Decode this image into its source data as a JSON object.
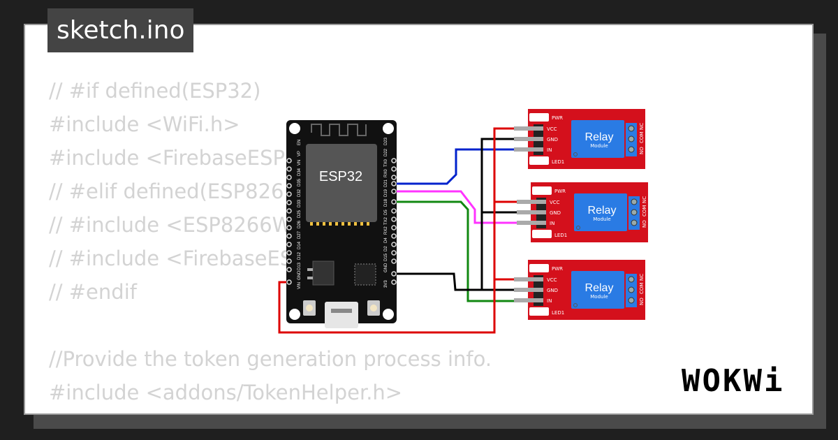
{
  "title": "sketch.ino",
  "code_lines": [
    "// #if defined(ESP32)",
    "#include <WiFi.h>",
    "#include <FirebaseESP",
    "// #elif defined(ESP826",
    "// #include <ESP8266W",
    "// #include <FirebaseES",
    "// #endif",
    "",
    "//Provide the token generation process info.",
    "#include <addons/TokenHelper.h>"
  ],
  "esp32": {
    "label": "ESP32",
    "pins_left": [
      "EN",
      "VP",
      "VN",
      "D34",
      "D35",
      "D32",
      "D33",
      "D25",
      "D26",
      "D27",
      "D14",
      "D12",
      "D13",
      "GND",
      "VIN"
    ],
    "pins_right": [
      "D23",
      "D22",
      "TX0",
      "RX0",
      "D21",
      "D19",
      "D18",
      "D5",
      "TX2",
      "RX2",
      "D4",
      "D2",
      "D15",
      "GND",
      "3V3"
    ]
  },
  "relays": [
    {
      "label": "Relay",
      "sub": "Module",
      "pins": [
        "VCC",
        "GND",
        "IN"
      ],
      "terminals": [
        "NO",
        "COM",
        "NC"
      ],
      "led_top": "PWR",
      "led_bottom": "LED1"
    },
    {
      "label": "Relay",
      "sub": "Module",
      "pins": [
        "VCC",
        "GND",
        "IN"
      ],
      "terminals": [
        "NO",
        "COM",
        "NC"
      ],
      "led_top": "PWR",
      "led_bottom": "LED1"
    },
    {
      "label": "Relay",
      "sub": "Module",
      "pins": [
        "VCC",
        "GND",
        "IN"
      ],
      "terminals": [
        "NO",
        "COM",
        "NC"
      ],
      "led_top": "PWR",
      "led_bottom": "LED1"
    }
  ],
  "logo": "WOKWi",
  "colors": {
    "wire_blue": "#0022cc",
    "wire_magenta": "#ff33ff",
    "wire_green": "#118811",
    "wire_red": "#dd0000",
    "wire_black": "#000000",
    "relay_board": "#d4101c",
    "relay_body": "#2a7be4"
  }
}
